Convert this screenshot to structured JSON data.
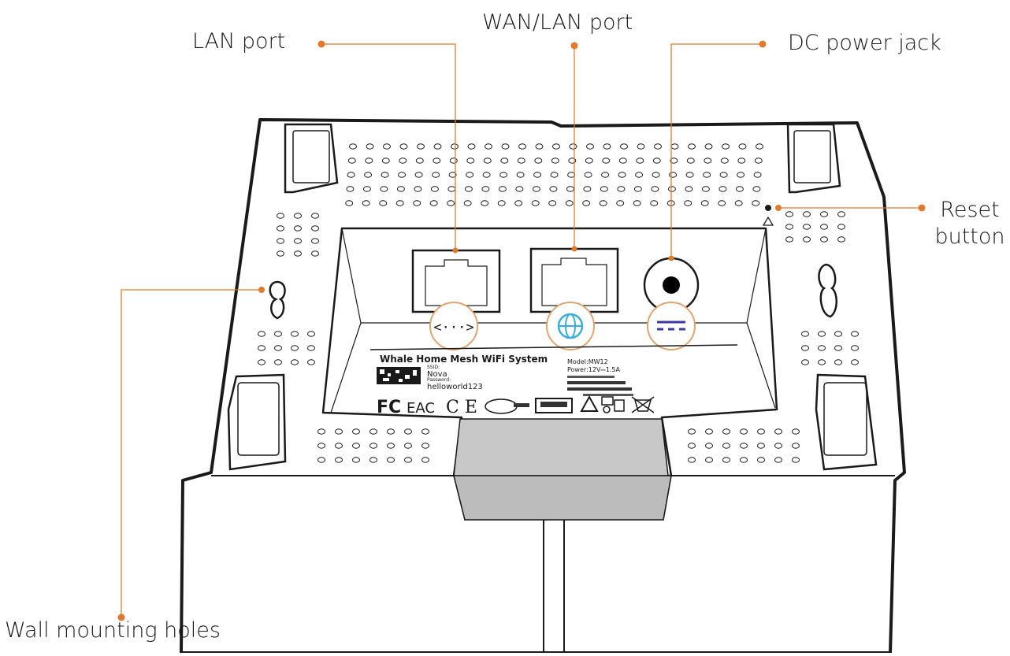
{
  "callouts": {
    "lan_port": "LAN port",
    "wan_lan_port": "WAN/LAN port",
    "dc_power_jack": "DC power jack",
    "reset_button_line1": "Reset",
    "reset_button_line2": "button",
    "wall_mounting_holes": "Wall mounting holes"
  },
  "sticker": {
    "title": "Whale Home Mesh WiFi System",
    "ssid_label": "SSID:",
    "ssid_value": "Nova",
    "password_label": "Password:",
    "password_value": "helloworld123",
    "model": "Model:MW12",
    "power": "Power:12V⎓1.5A"
  },
  "colors": {
    "accent": "#e07b2e",
    "outline": "#1a1a1a",
    "port_icon_globe": "#3aaed8",
    "port_icon_dc": "#3a3aa8"
  },
  "icons": {
    "lan_port_icon": "lan-arrows-icon",
    "wan_port_icon": "globe-icon",
    "dc_port_icon": "dc-power-icon"
  }
}
